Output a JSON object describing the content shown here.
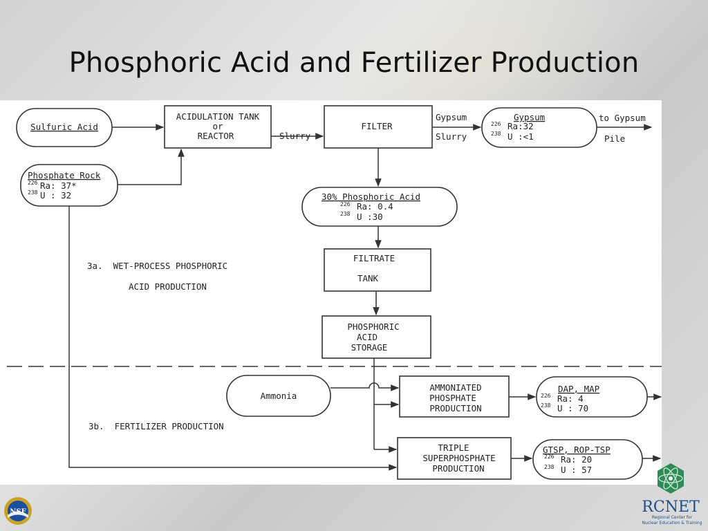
{
  "slide": {
    "title": "Phosphoric Acid and Fertilizer Production"
  },
  "diagram": {
    "inputs": {
      "sulfuric_acid": "Sulfuric Acid",
      "phosphate_rock": {
        "title": "Phosphate Rock",
        "ra_sup": "226",
        "ra_text": "Ra: 37*",
        "u_sup": "238",
        "u_text": "U : 32"
      },
      "ammonia": "Ammonia"
    },
    "process": {
      "acidulation": [
        "ACIDULATION TANK",
        "or",
        "REACTOR"
      ],
      "filter": "FILTER",
      "filtrate_tank": [
        "FILTRATE",
        "TANK"
      ],
      "storage": [
        "PHOSPHORIC",
        "ACID",
        "STORAGE"
      ],
      "ammoniated": [
        "AMMONIATED",
        "PHOSPHATE",
        "PRODUCTION"
      ],
      "triple": [
        "TRIPLE",
        "SUPERPHOSPHATE",
        "PRODUCTION"
      ]
    },
    "flows": {
      "slurry_1": "Slurry",
      "gypsum_label": "Gypsum",
      "slurry_2": "Slurry",
      "to_gypsum": "to Gypsum",
      "pile": "Pile"
    },
    "products": {
      "gypsum": {
        "title": "Gypsum",
        "ra_sup": "226",
        "ra_text": "Ra:32",
        "u_sup": "238",
        "u_text": "U :<1"
      },
      "phosphoric_acid": {
        "title": "30% Phosphoric Acid",
        "ra_sup": "226",
        "ra_text": "Ra: 0.4",
        "u_sup": "238",
        "u_text": "U :30"
      },
      "dap_map": {
        "title": "DAP, MAP",
        "ra_sup": "226",
        "ra_text": "Ra: 4",
        "u_sup": "238",
        "u_text": "U : 70"
      },
      "gtsp": {
        "title": "GTSP, ROP-TSP",
        "ra_sup": "226",
        "ra_text": "Ra: 20",
        "u_sup": "238",
        "u_text": "U : 57"
      }
    },
    "section_labels": {
      "wet_line1": "3a.  WET-PROCESS PHOSPHORIC",
      "wet_line2": "ACID PRODUCTION",
      "fert": "3b.  FERTILIZER PRODUCTION"
    }
  },
  "logos": {
    "nsf": "NSF",
    "rcnet": "RCNET",
    "rcnet_sub1": "Regional Center for",
    "rcnet_sub2": "Nuclear Education & Training"
  }
}
